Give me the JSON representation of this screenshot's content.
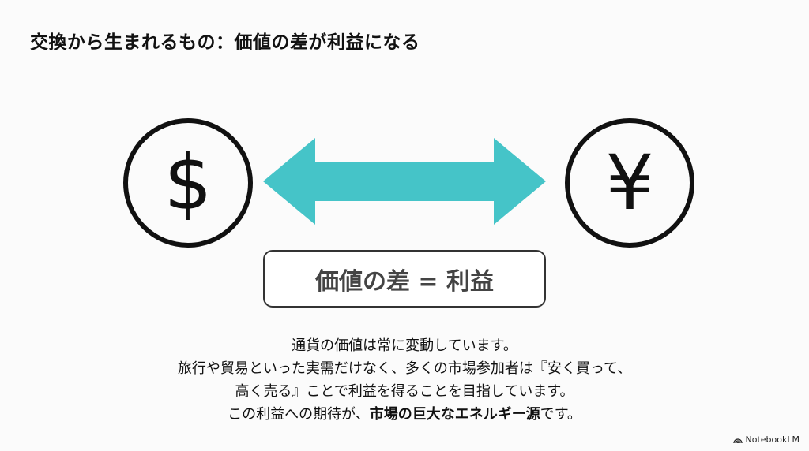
{
  "title": "交換から生まれるもの：価値の差が利益になる",
  "left_symbol": "$",
  "right_symbol": "¥",
  "arrow_color": "#45c4c8",
  "equation": "価値の差 = 利益",
  "paragraph": {
    "line1": "通貨の価値は常に変動しています。",
    "line2": "旅行や貿易といった実需だけなく、多くの市場参加者は『安く買って、",
    "line3": "高く売る』ことで利益を得ることを目指しています。",
    "line4_normal": "この利益への期待が、",
    "line4_bold": "市場の巨大なエネルギー源",
    "line4_end": "です。"
  },
  "brand": "NotebookLM"
}
